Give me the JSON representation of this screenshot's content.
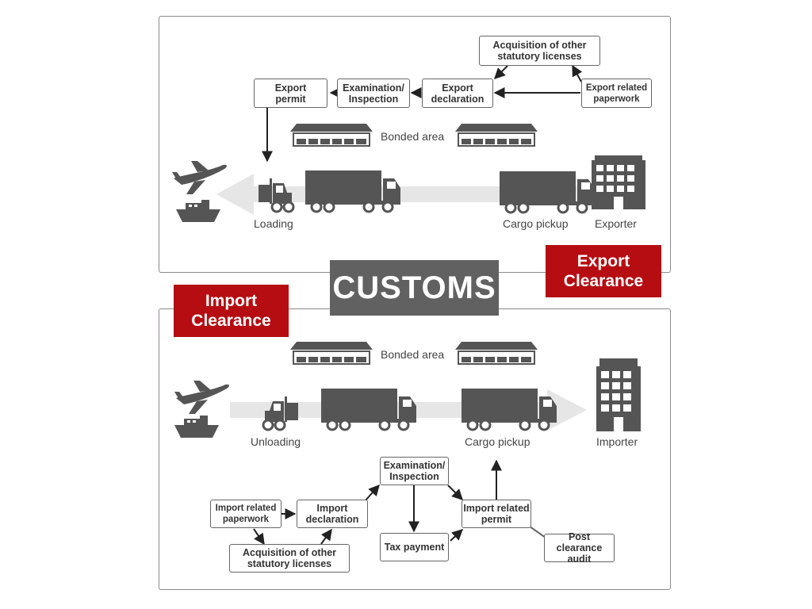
{
  "customs_title": "CUSTOMS",
  "export": {
    "tag": "Export\nClearance",
    "boxes": {
      "export_permit": "Export\npermit",
      "examination": "Examination/\nInspection",
      "export_declaration": "Export\ndeclaration",
      "acquisition": "Acquisition of other\nstatutory licenses",
      "export_paperwork": "Export related\npaperwork"
    },
    "labels": {
      "bonded_area": "Bonded area",
      "loading": "Loading",
      "cargo_pickup": "Cargo pickup",
      "exporter": "Exporter"
    }
  },
  "import": {
    "tag": "Import\nClearance",
    "boxes": {
      "import_paperwork": "Import related\npaperwork",
      "import_declaration": "Import\ndeclaration",
      "examination": "Examination/\nInspection",
      "import_permit": "Import related\npermit",
      "tax_payment": "Tax payment",
      "acquisition": "Acquisition of other\nstatutory licenses",
      "post_clearance": "Post clearance\naudit"
    },
    "labels": {
      "bonded_area": "Bonded area",
      "unloading": "Unloading",
      "cargo_pickup": "Cargo pickup",
      "importer": "Importer"
    }
  },
  "colors": {
    "tag_red": "#b50d12",
    "customs_gray": "#616161",
    "icon_gray": "#555555",
    "flow_arrow": "#e6e6e6"
  },
  "icons": [
    "airplane-icon",
    "ship-icon",
    "forklift-icon",
    "truck-icon",
    "warehouse-icon",
    "building-icon"
  ]
}
